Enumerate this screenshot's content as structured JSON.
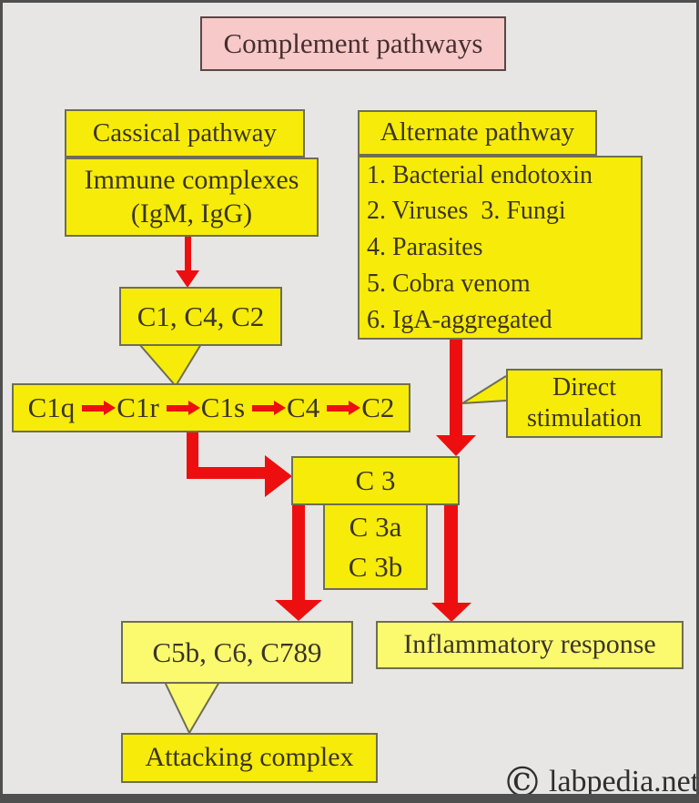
{
  "title": "Complement pathways",
  "colors": {
    "background": "#e7e6e4",
    "yellow": "#f7eb09",
    "pale_yellow": "#fbf96e",
    "pink": "#f8c9c9",
    "red": "#ed0f0f",
    "box_border": "#6e6e52",
    "text": "#3a3526"
  },
  "classical": {
    "header": "Cassical pathway",
    "source_line1": "Immune complexes",
    "source_line2": "(IgM, IgG)",
    "callout": "C1, C4, C2"
  },
  "chain": {
    "items": [
      "C1q",
      "C1r",
      "C1s",
      "C4",
      "C2"
    ]
  },
  "alternate": {
    "header": "Alternate pathway",
    "lines": [
      "1. Bacterial endotoxin",
      "2. Viruses  3. Fungi",
      "4. Parasites",
      "5. Cobra venom",
      "6. IgA-aggregated"
    ],
    "stimulation_line1": "Direct",
    "stimulation_line2": "stimulation"
  },
  "convergence": {
    "c3": "C 3",
    "c3a": "C 3a",
    "c3b": "C 3b"
  },
  "outcomes": {
    "membrane_attack": "C5b, C6, C789",
    "attacking": "Attacking complex",
    "inflammatory": "Inflammatory response"
  },
  "footer": {
    "copyright_symbol": "©",
    "site": "labpedia.net"
  }
}
